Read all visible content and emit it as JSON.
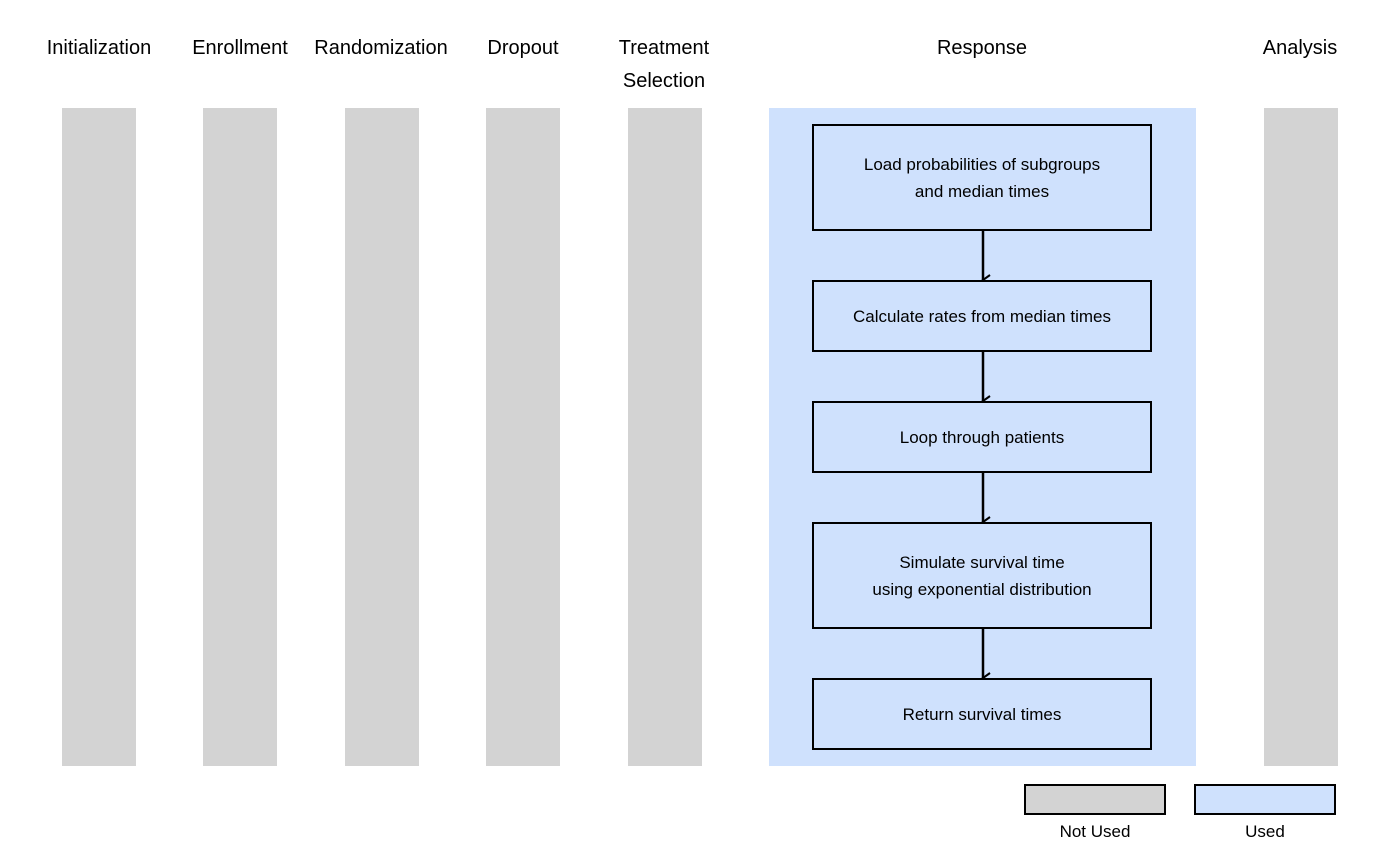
{
  "columns": [
    {
      "title": "Initialization",
      "used": false
    },
    {
      "title": "Enrollment",
      "used": false
    },
    {
      "title": "Randomization",
      "used": false
    },
    {
      "title": "Dropout",
      "used": false
    },
    {
      "title": "Treatment\nSelection",
      "used": false
    },
    {
      "title": "Response",
      "used": true
    },
    {
      "title": "Analysis",
      "used": false
    }
  ],
  "response_steps": [
    {
      "label": "Load probabilities of subgroups\nand median times"
    },
    {
      "label": "Calculate rates from median times"
    },
    {
      "label": "Loop through patients"
    },
    {
      "label": "Simulate survival time\nusing exponential distribution"
    },
    {
      "label": "Return survival times"
    }
  ],
  "legend": {
    "not_used_label": "Not Used",
    "used_label": "Used"
  },
  "colors": {
    "not_used": "#d3d3d3",
    "used": "#cfe1fd",
    "border": "#000000"
  }
}
